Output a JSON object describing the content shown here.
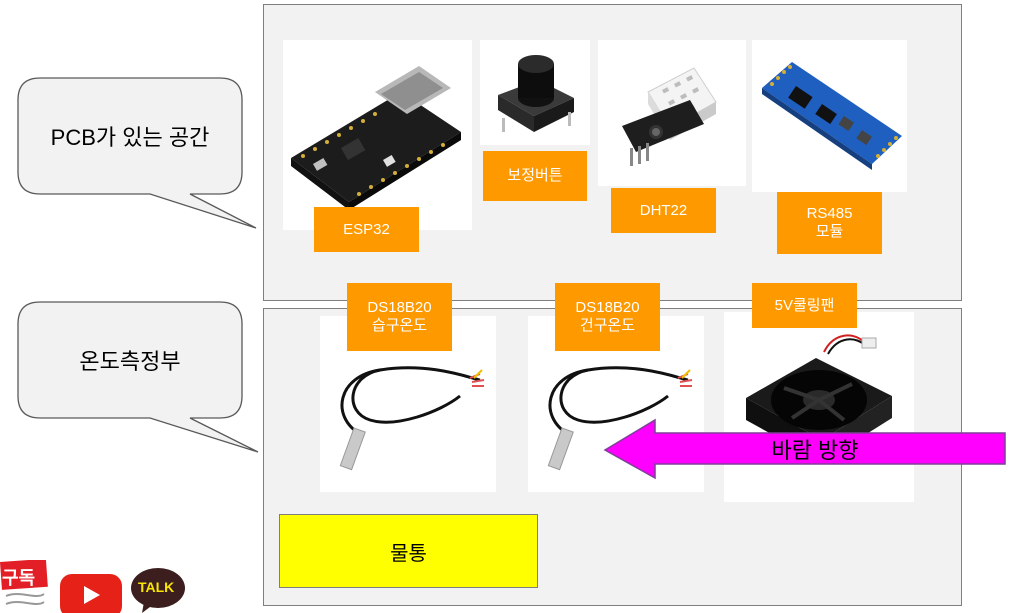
{
  "callouts": {
    "pcb": "PCB가 있는 공간",
    "temp": "온도측정부"
  },
  "labels": {
    "esp32": "ESP32",
    "button": "보정버튼",
    "dht22": "DHT22",
    "rs485": "RS485\n모듈",
    "ds_wet": "DS18B20\n습구온도",
    "ds_dry": "DS18B20\n건구온도",
    "fan": "5V쿨링팬",
    "water": "물통",
    "wind": "바람 방향"
  },
  "badges": {
    "subscribe": "구독",
    "talk": "TALK"
  },
  "colors": {
    "label_orange": "#ff9900",
    "arrow_magenta": "#ff00ff",
    "water_yellow": "#ffff00",
    "panel_gray": "#f2f2f2"
  },
  "icons": [
    "youtube-icon",
    "kakaotalk-icon",
    "subscribe-badge-icon"
  ]
}
